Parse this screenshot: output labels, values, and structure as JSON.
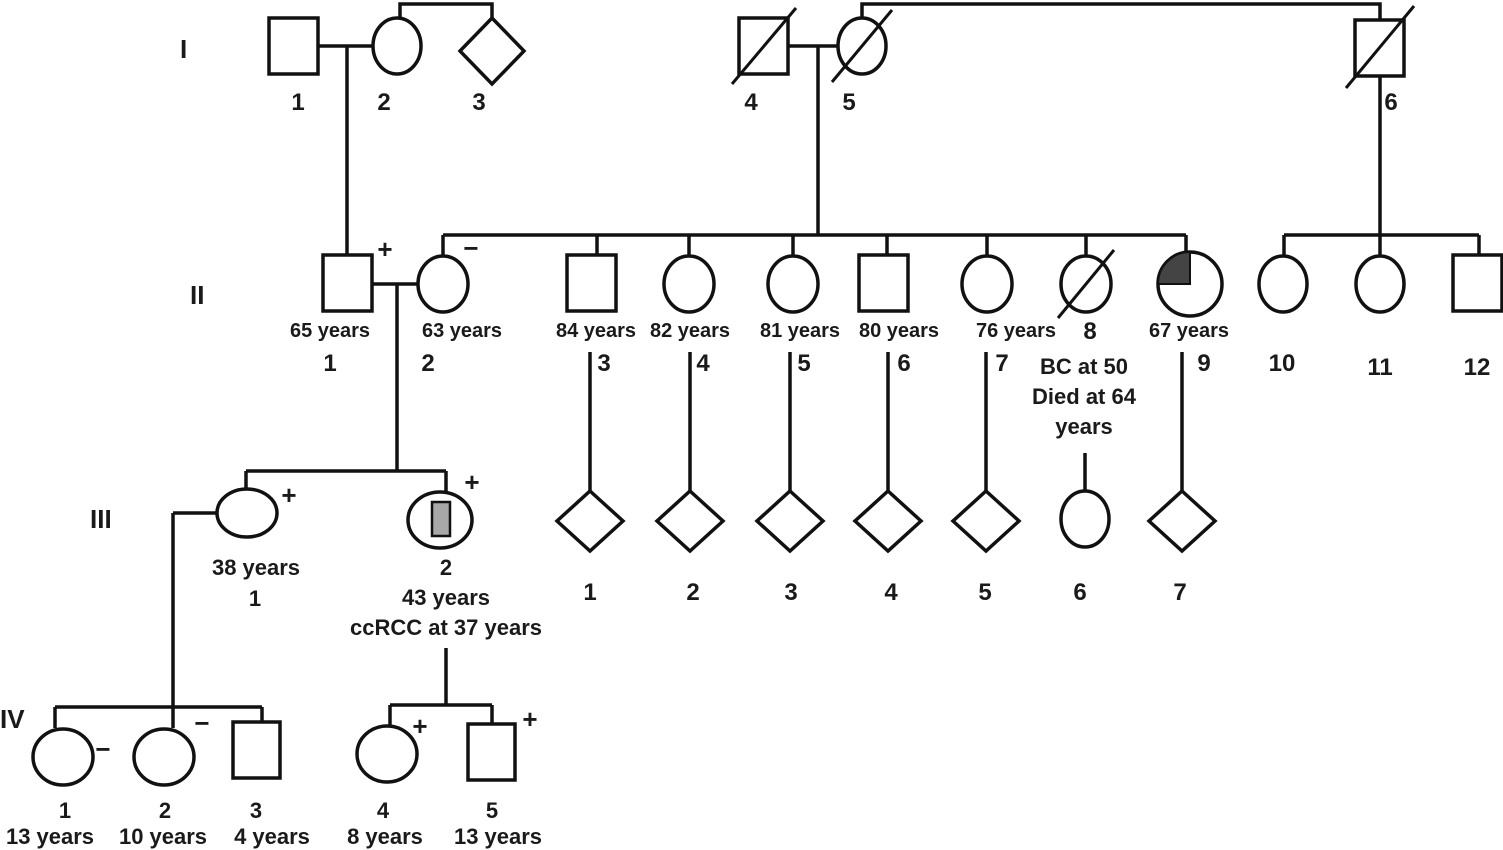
{
  "generations": [
    "I",
    "II",
    "III",
    "IV"
  ],
  "colors": {
    "line": "#111111",
    "affected_fill": "#444444",
    "marker_fill": "#a8a8a8"
  },
  "gen1": [
    {
      "id": "I-1",
      "sex": "male",
      "label": "1"
    },
    {
      "id": "I-2",
      "sex": "female",
      "label": "2"
    },
    {
      "id": "I-3",
      "sex": "unknown",
      "label": "3"
    },
    {
      "id": "I-4",
      "sex": "male",
      "label": "4",
      "deceased": true
    },
    {
      "id": "I-5",
      "sex": "female",
      "label": "5",
      "deceased": true
    },
    {
      "id": "I-6",
      "sex": "male",
      "label": "6",
      "deceased": true
    }
  ],
  "gen2": [
    {
      "id": "II-1",
      "sex": "male",
      "label": "1",
      "age": "65 years",
      "test": "+"
    },
    {
      "id": "II-2",
      "sex": "female",
      "label": "2",
      "age": "63 years",
      "test": "−"
    },
    {
      "id": "II-3",
      "sex": "male",
      "label": "3",
      "age": "84 years"
    },
    {
      "id": "II-4",
      "sex": "female",
      "label": "4",
      "age": "82 years"
    },
    {
      "id": "II-5",
      "sex": "female",
      "label": "5",
      "age": "81 years"
    },
    {
      "id": "II-6",
      "sex": "male",
      "label": "6",
      "age": "80 years"
    },
    {
      "id": "II-7",
      "sex": "female",
      "label": "7",
      "age": "76 years"
    },
    {
      "id": "II-8",
      "sex": "female",
      "label": "8",
      "deceased": true,
      "note": [
        "BC at 50",
        "Died at 64",
        "years"
      ]
    },
    {
      "id": "II-9",
      "sex": "female",
      "label": "9",
      "age": "67 years",
      "affected": "quadrant"
    },
    {
      "id": "II-10",
      "sex": "female",
      "label": "10"
    },
    {
      "id": "II-11",
      "sex": "female",
      "label": "11"
    },
    {
      "id": "II-12",
      "sex": "male",
      "label": "12"
    }
  ],
  "gen3": [
    {
      "id": "III-1",
      "sex": "female",
      "label": "1",
      "age": "38 years",
      "test": "+"
    },
    {
      "id": "III-2",
      "sex": "female",
      "label": "2",
      "age": "43 years",
      "note": "ccRCC at 37 years",
      "test": "+",
      "proband_marker": true
    },
    {
      "id": "III-d1",
      "sex": "unknown",
      "label": "1"
    },
    {
      "id": "III-d2",
      "sex": "unknown",
      "label": "2"
    },
    {
      "id": "III-d3",
      "sex": "unknown",
      "label": "3"
    },
    {
      "id": "III-d4",
      "sex": "unknown",
      "label": "4"
    },
    {
      "id": "III-d5",
      "sex": "unknown",
      "label": "5"
    },
    {
      "id": "III-6",
      "sex": "female",
      "label": "6"
    },
    {
      "id": "III-d7",
      "sex": "unknown",
      "label": "7"
    }
  ],
  "gen4": [
    {
      "id": "IV-1",
      "sex": "female",
      "label": "1",
      "age": "13 years",
      "test": "−"
    },
    {
      "id": "IV-2",
      "sex": "female",
      "label": "2",
      "age": "10 years",
      "test": "−"
    },
    {
      "id": "IV-3",
      "sex": "male",
      "label": "3",
      "age": "4 years"
    },
    {
      "id": "IV-4",
      "sex": "female",
      "label": "4",
      "age": "8 years",
      "test": "+"
    },
    {
      "id": "IV-5",
      "sex": "male",
      "label": "5",
      "age": "13 years",
      "test": "+"
    }
  ]
}
